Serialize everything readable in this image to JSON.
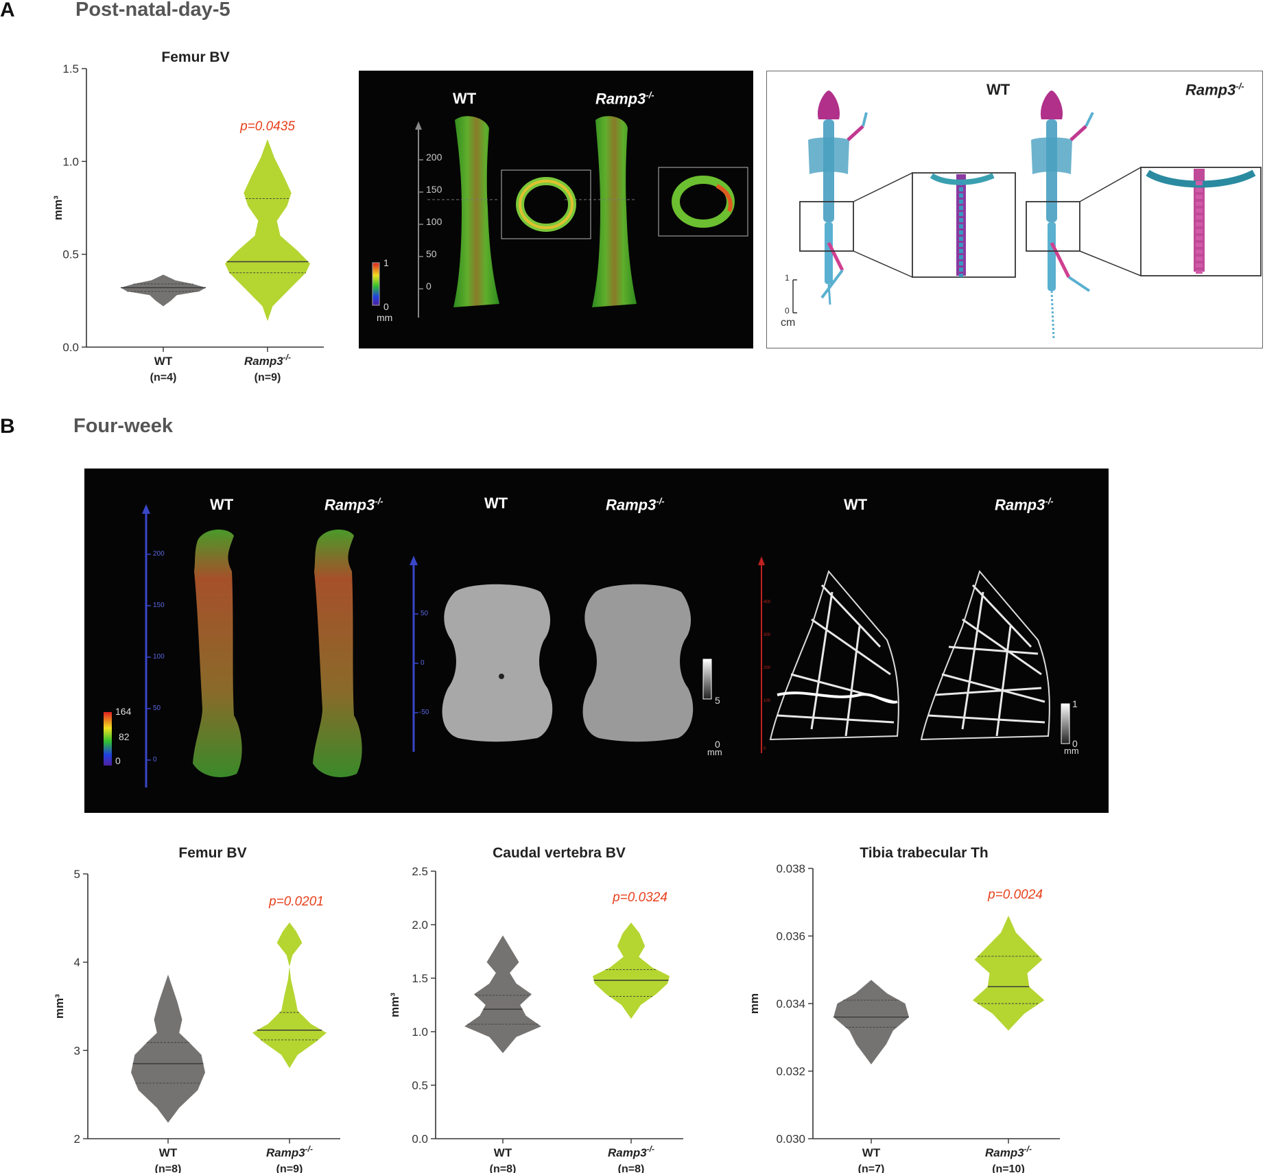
{
  "panel_a": {
    "letter": "A",
    "title": "Post-natal-day-5",
    "microct": {
      "labels": [
        "WT",
        "Ramp3",
        "-/-"
      ],
      "scale_ticks": [
        "200",
        "150",
        "100",
        "50",
        "0"
      ],
      "colorbar": {
        "max": "1",
        "min": "0",
        "unit": "mm"
      }
    },
    "skeleton": {
      "labels": [
        "WT",
        "Ramp3",
        "-/-"
      ],
      "scale": {
        "max": "1",
        "min": "0",
        "unit": "cm"
      }
    }
  },
  "panel_b": {
    "letter": "B",
    "title": "Four-week",
    "femur_img": {
      "labels": [
        "WT",
        "Ramp3",
        "-/-"
      ],
      "scale_ticks": [
        "200",
        "150",
        "100",
        "50",
        "0"
      ],
      "colorbar": {
        "max": "164",
        "mid": "82",
        "min": "0"
      }
    },
    "vert_img": {
      "labels": [
        "WT",
        "Ramp3",
        "-/-"
      ],
      "scale_ticks": [
        "50",
        "0",
        "-50"
      ],
      "colorbar": {
        "max": "5",
        "min": "0",
        "unit": "mm"
      }
    },
    "tib_img": {
      "labels": [
        "WT",
        "Ramp3",
        "-/-"
      ],
      "scale_ticks": [
        "400",
        "300",
        "200",
        "100",
        "0"
      ],
      "colorbar": {
        "max": "1",
        "min": "0",
        "unit": "mm"
      }
    }
  },
  "colors": {
    "wt": "#757371",
    "ko": "#b5d531",
    "pvalue": "#e8401c",
    "axis": "#333333",
    "image_bg": "#050505"
  },
  "chart_data": [
    {
      "id": "a_femur",
      "type": "violin",
      "title": "Femur BV",
      "ylabel": "mm³",
      "ylim": [
        0,
        1.5
      ],
      "yticks": [
        "0.0",
        "0.5",
        "1.0",
        "1.5"
      ],
      "pvalue": "p=0.0435",
      "categories": [
        {
          "name": "WT",
          "sup": "",
          "n": "(n=4)",
          "group": "wt",
          "min": 0.22,
          "max": 0.39,
          "median": 0.32,
          "q1": 0.3,
          "q3": 0.34,
          "profile": [
            [
              0.22,
              0.0
            ],
            [
              0.25,
              0.18
            ],
            [
              0.28,
              0.32
            ],
            [
              0.3,
              0.85
            ],
            [
              0.32,
              1.0
            ],
            [
              0.34,
              0.7
            ],
            [
              0.36,
              0.28
            ],
            [
              0.39,
              0.0
            ]
          ]
        },
        {
          "name": "Ramp3",
          "sup": "-/-",
          "n": "(n=9)",
          "group": "ko",
          "min": 0.14,
          "max": 1.12,
          "median": 0.46,
          "q1": 0.4,
          "q3": 0.8,
          "profile": [
            [
              0.14,
              0.0
            ],
            [
              0.22,
              0.12
            ],
            [
              0.32,
              0.55
            ],
            [
              0.4,
              0.9
            ],
            [
              0.45,
              1.0
            ],
            [
              0.52,
              0.7
            ],
            [
              0.6,
              0.3
            ],
            [
              0.68,
              0.22
            ],
            [
              0.76,
              0.46
            ],
            [
              0.83,
              0.56
            ],
            [
              0.92,
              0.38
            ],
            [
              1.02,
              0.16
            ],
            [
              1.12,
              0.0
            ]
          ]
        }
      ]
    },
    {
      "id": "b_femur",
      "type": "violin",
      "title": "Femur BV",
      "ylabel": "mm³",
      "ylim": [
        2,
        5
      ],
      "yticks": [
        "2",
        "3",
        "4",
        "5"
      ],
      "pvalue": "p=0.0201",
      "categories": [
        {
          "name": "WT",
          "sup": "",
          "n": "(n=8)",
          "group": "wt",
          "min": 2.18,
          "max": 3.86,
          "median": 2.85,
          "q1": 2.63,
          "q3": 3.09,
          "profile": [
            [
              2.18,
              0.0
            ],
            [
              2.35,
              0.3
            ],
            [
              2.55,
              0.8
            ],
            [
              2.75,
              1.0
            ],
            [
              2.95,
              0.9
            ],
            [
              3.1,
              0.55
            ],
            [
              3.2,
              0.3
            ],
            [
              3.35,
              0.38
            ],
            [
              3.55,
              0.25
            ],
            [
              3.86,
              0.0
            ]
          ]
        },
        {
          "name": "Ramp3",
          "sup": "-/-",
          "n": "(n=9)",
          "group": "ko",
          "min": 2.8,
          "max": 4.45,
          "median": 3.23,
          "q1": 3.12,
          "q3": 3.43,
          "profile": [
            [
              2.8,
              0.0
            ],
            [
              2.95,
              0.22
            ],
            [
              3.1,
              0.72
            ],
            [
              3.2,
              1.0
            ],
            [
              3.3,
              0.58
            ],
            [
              3.45,
              0.22
            ],
            [
              3.62,
              0.14
            ],
            [
              3.8,
              0.04
            ],
            [
              3.95,
              0.0
            ],
            [
              4.08,
              0.08
            ],
            [
              4.22,
              0.34
            ],
            [
              4.35,
              0.18
            ],
            [
              4.45,
              0.0
            ]
          ]
        }
      ]
    },
    {
      "id": "b_vert",
      "type": "violin",
      "title": "Caudal vertebra BV",
      "ylabel": "mm³",
      "ylim": [
        0,
        2.5
      ],
      "yticks": [
        "0.0",
        "0.5",
        "1.0",
        "1.5",
        "2.0",
        "2.5"
      ],
      "pvalue": "p=0.0324",
      "categories": [
        {
          "name": "WT",
          "sup": "",
          "n": "(n=8)",
          "group": "wt",
          "min": 0.8,
          "max": 1.9,
          "median": 1.21,
          "q1": 1.07,
          "q3": 1.34,
          "profile": [
            [
              0.8,
              0.0
            ],
            [
              0.95,
              0.35
            ],
            [
              1.05,
              1.0
            ],
            [
              1.15,
              0.6
            ],
            [
              1.25,
              0.45
            ],
            [
              1.35,
              0.75
            ],
            [
              1.45,
              0.35
            ],
            [
              1.55,
              0.18
            ],
            [
              1.65,
              0.42
            ],
            [
              1.78,
              0.2
            ],
            [
              1.9,
              0.0
            ]
          ]
        },
        {
          "name": "Ramp3",
          "sup": "-/-",
          "n": "(n=8)",
          "group": "ko",
          "min": 1.12,
          "max": 2.02,
          "median": 1.48,
          "q1": 1.33,
          "q3": 1.58,
          "profile": [
            [
              1.12,
              0.0
            ],
            [
              1.25,
              0.25
            ],
            [
              1.35,
              0.65
            ],
            [
              1.45,
              0.95
            ],
            [
              1.52,
              1.0
            ],
            [
              1.6,
              0.55
            ],
            [
              1.7,
              0.2
            ],
            [
              1.8,
              0.36
            ],
            [
              1.92,
              0.22
            ],
            [
              2.02,
              0.0
            ]
          ]
        }
      ]
    },
    {
      "id": "b_tibia",
      "type": "violin",
      "title": "Tibia trabecular Th",
      "ylabel": "mm",
      "ylim": [
        0.03,
        0.038
      ],
      "yticks": [
        "0.030",
        "0.032",
        "0.034",
        "0.036",
        "0.038"
      ],
      "pvalue": "p=0.0024",
      "categories": [
        {
          "name": "WT",
          "sup": "",
          "n": "(n=7)",
          "group": "wt",
          "min": 0.0322,
          "max": 0.0347,
          "median": 0.0336,
          "q1": 0.0333,
          "q3": 0.0341,
          "profile": [
            [
              0.0322,
              0.0
            ],
            [
              0.0328,
              0.4
            ],
            [
              0.0332,
              0.58
            ],
            [
              0.0336,
              1.0
            ],
            [
              0.034,
              0.9
            ],
            [
              0.0343,
              0.42
            ],
            [
              0.0347,
              0.0
            ]
          ]
        },
        {
          "name": "Ramp3",
          "sup": "-/-",
          "n": "(n=10)",
          "group": "ko",
          "min": 0.0332,
          "max": 0.0366,
          "median": 0.0345,
          "q1": 0.034,
          "q3": 0.0354,
          "profile": [
            [
              0.0332,
              0.0
            ],
            [
              0.0337,
              0.42
            ],
            [
              0.0341,
              0.95
            ],
            [
              0.0345,
              0.55
            ],
            [
              0.0349,
              0.5
            ],
            [
              0.0353,
              0.9
            ],
            [
              0.0357,
              0.55
            ],
            [
              0.0361,
              0.2
            ],
            [
              0.0366,
              0.0
            ]
          ]
        }
      ]
    }
  ]
}
